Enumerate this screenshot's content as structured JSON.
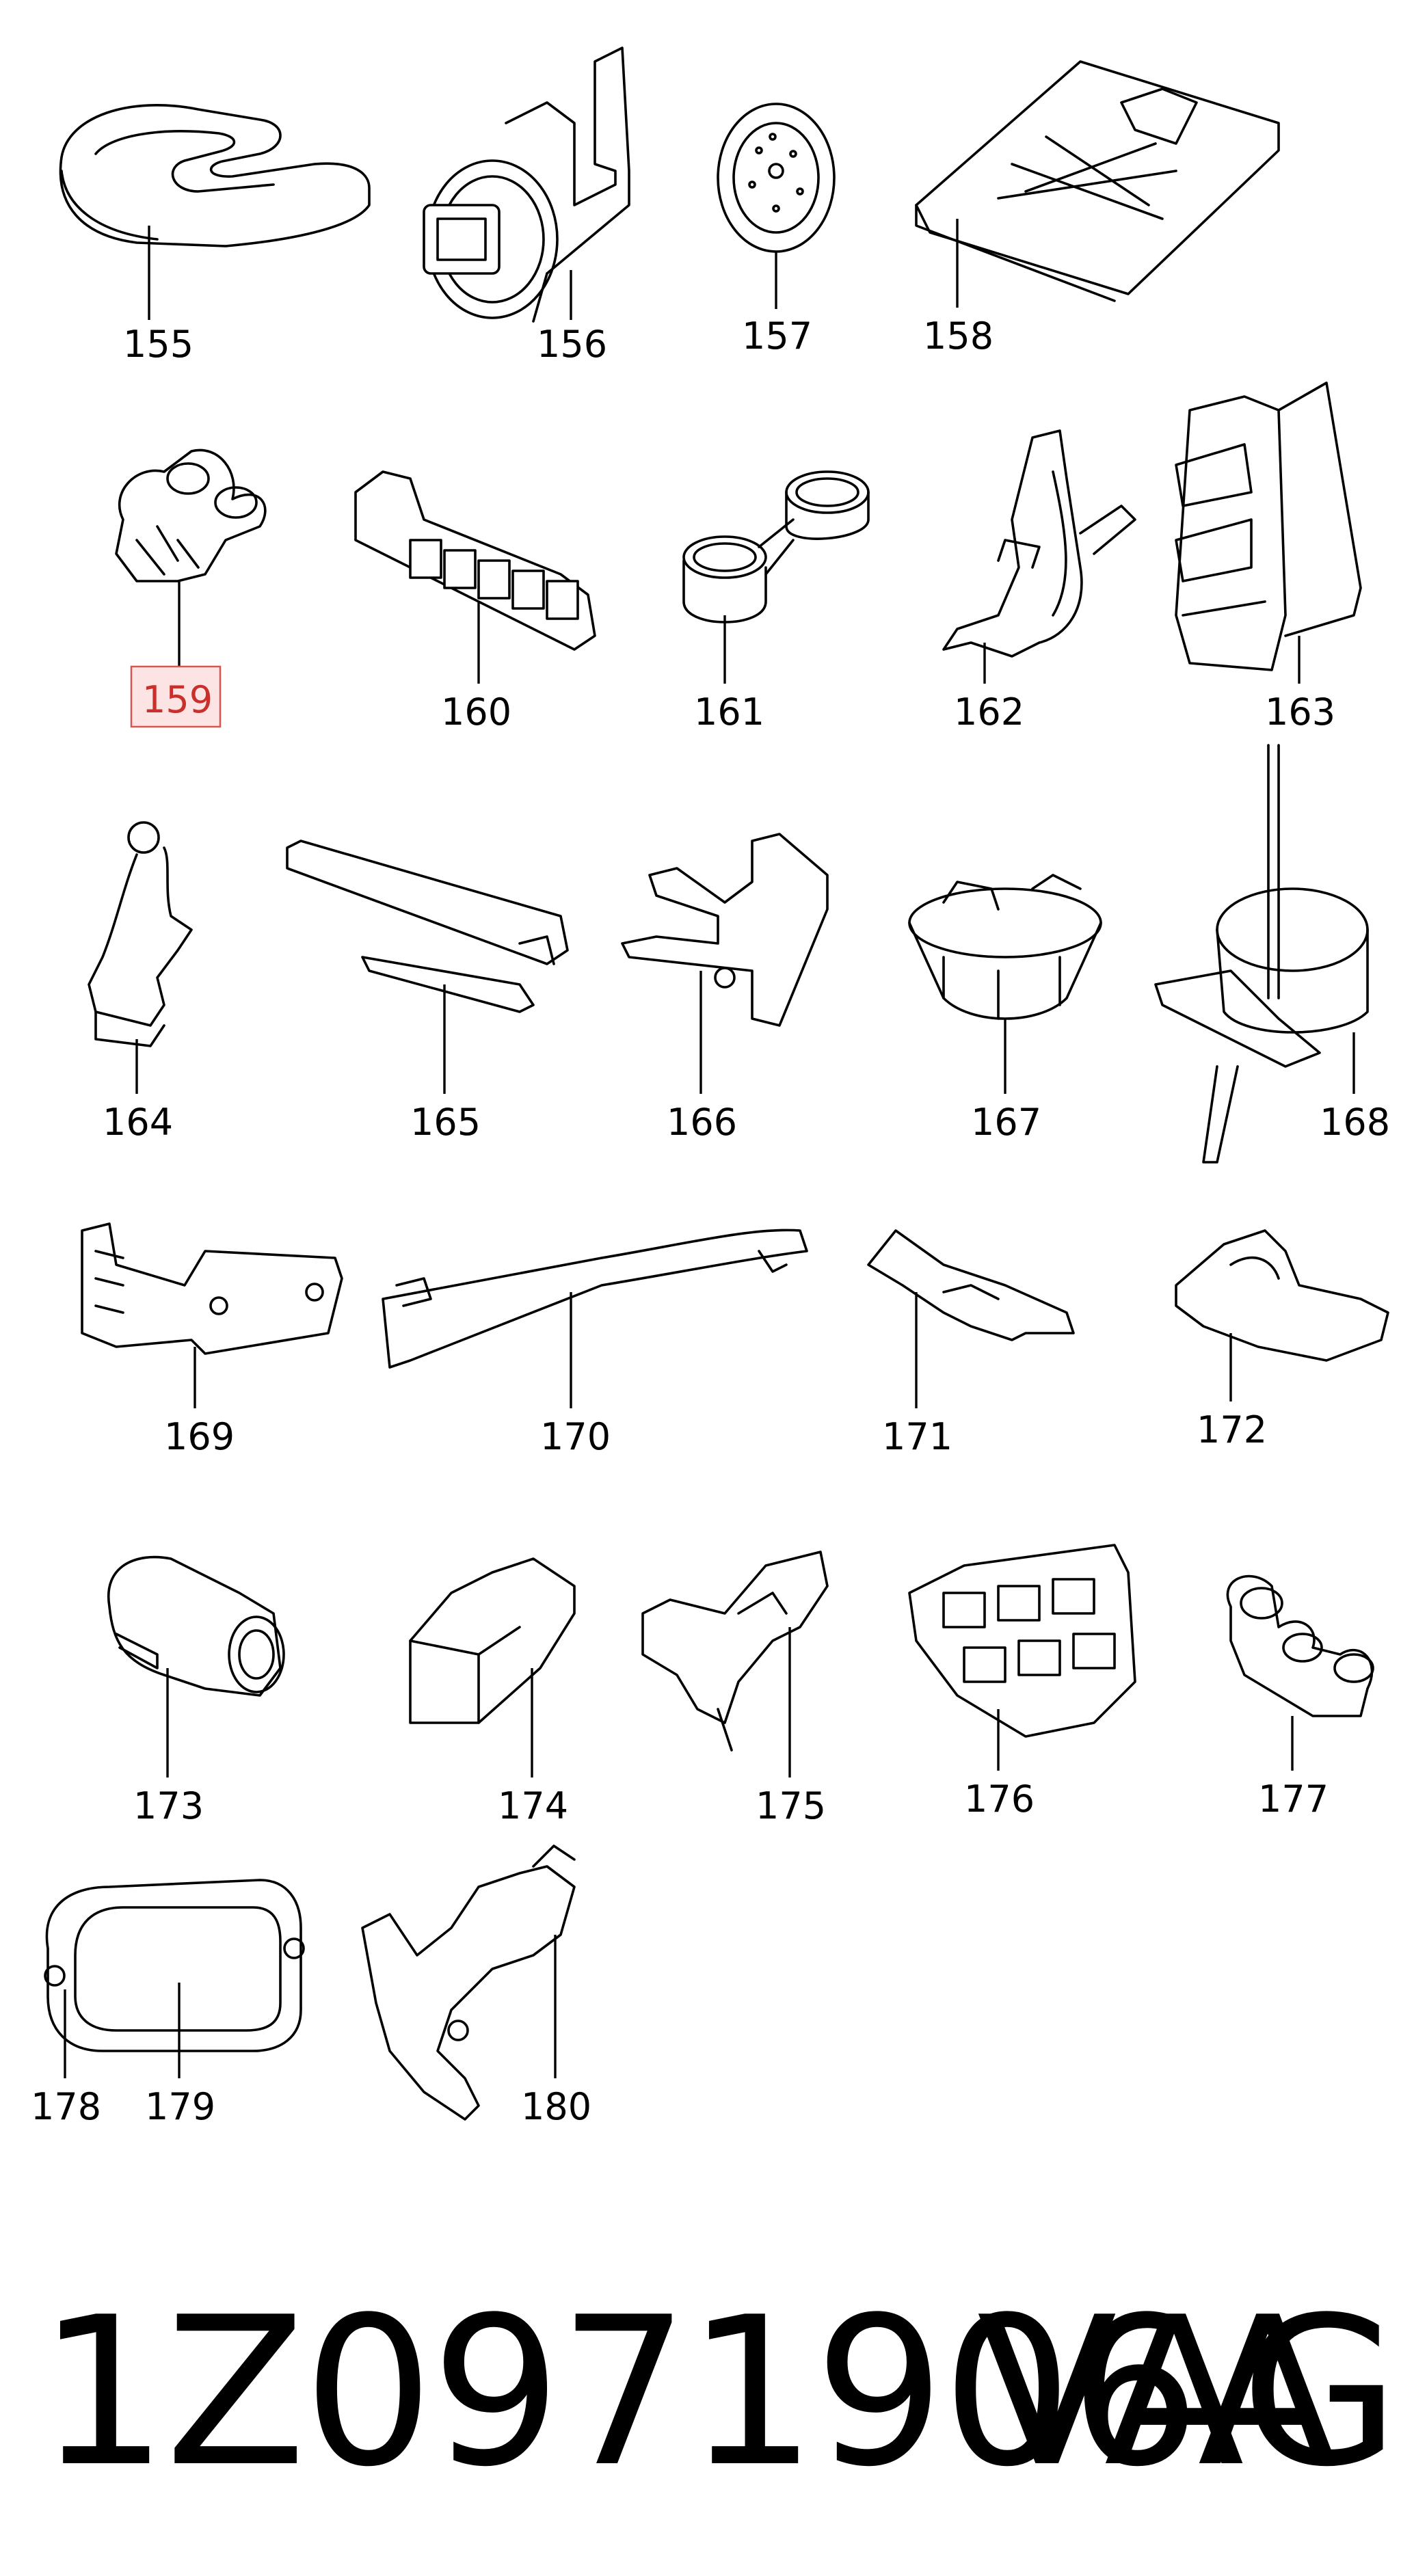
{
  "parts": [
    {
      "id": "155",
      "label": "155"
    },
    {
      "id": "156",
      "label": "156"
    },
    {
      "id": "157",
      "label": "157"
    },
    {
      "id": "158",
      "label": "158"
    },
    {
      "id": "159",
      "label": "159",
      "highlighted": true
    },
    {
      "id": "160",
      "label": "160"
    },
    {
      "id": "161",
      "label": "161"
    },
    {
      "id": "162",
      "label": "162"
    },
    {
      "id": "163",
      "label": "163"
    },
    {
      "id": "164",
      "label": "164"
    },
    {
      "id": "165",
      "label": "165"
    },
    {
      "id": "166",
      "label": "166"
    },
    {
      "id": "167",
      "label": "167"
    },
    {
      "id": "168",
      "label": "168"
    },
    {
      "id": "169",
      "label": "169"
    },
    {
      "id": "170",
      "label": "170"
    },
    {
      "id": "171",
      "label": "171"
    },
    {
      "id": "172",
      "label": "172"
    },
    {
      "id": "173",
      "label": "173"
    },
    {
      "id": "174",
      "label": "174"
    },
    {
      "id": "175",
      "label": "175"
    },
    {
      "id": "176",
      "label": "176"
    },
    {
      "id": "177",
      "label": "177"
    },
    {
      "id": "178",
      "label": "178"
    },
    {
      "id": "179",
      "label": "179"
    },
    {
      "id": "180",
      "label": "180"
    }
  ],
  "highlight_color": "#fde4e4",
  "highlight_border": "#d9534f",
  "footer": {
    "part_number": "1Z0971906A",
    "brand": "VAG"
  }
}
